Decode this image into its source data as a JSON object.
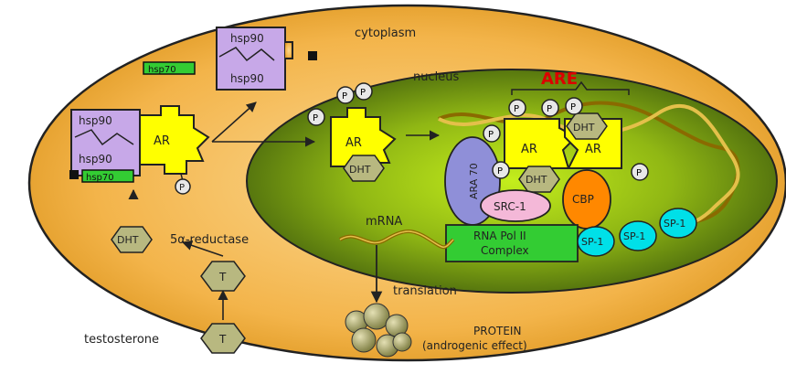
{
  "labels": {
    "cytoplasm": "cytoplasm",
    "nucleus": "nucleus",
    "are": "ARE",
    "hsp90": "hsp90",
    "hsp70": "hsp70",
    "ar": "AR",
    "dht": "DHT",
    "p": "P",
    "ara70": "ARA 70",
    "src1": "SRC-1",
    "cbp": "CBP",
    "rna_pol_line1": "RNA Pol II",
    "rna_pol_line2": "Complex",
    "sp1": "SP-1",
    "mrna": "mRNA",
    "translation": "translation",
    "protein_line1": "PROTEIN",
    "protein_line2": "(androgenic effect)",
    "reductase": "5α-reductase",
    "testosterone": "testosterone",
    "t": "T"
  },
  "colors": {
    "cell": "#f0a830",
    "nucleus": "#4e6b12",
    "ar": "#ffff00",
    "hsp90": "#c7a8e8",
    "hsp70": "#33cc33",
    "dht": "#b8b880",
    "ara70": "#8f8fd8",
    "src1": "#f4b8d8",
    "cbp": "#ff8800",
    "rna_pol": "#33cc33",
    "sp1": "#00e0e8",
    "are": "#dd0000",
    "dna": "#c89a1a"
  }
}
